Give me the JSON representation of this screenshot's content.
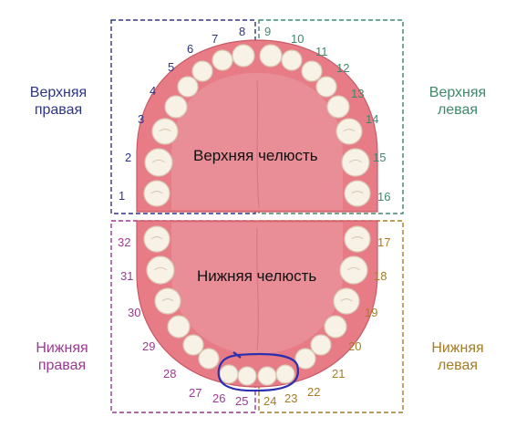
{
  "quadrants": {
    "upper_right": {
      "label_line1": "Верхняя",
      "label_line2": "правая",
      "color": "#2e3586"
    },
    "upper_left": {
      "label_line1": "Верхняя",
      "label_line2": "левая",
      "color": "#3d8a6a"
    },
    "lower_right": {
      "label_line1": "Нижняя",
      "label_line2": "правая",
      "color": "#9c3a92"
    },
    "lower_left": {
      "label_line1": "Нижняя",
      "label_line2": "левая",
      "color": "#a67c24"
    }
  },
  "jaws": {
    "upper": "Верхняя челюсть",
    "lower": "Нижняя челюсть"
  },
  "tooth_numbers": {
    "upper_right": [
      "1",
      "2",
      "3",
      "4",
      "5",
      "6",
      "7",
      "8"
    ],
    "upper_left": [
      "9",
      "10",
      "11",
      "12",
      "13",
      "14",
      "15",
      "16"
    ],
    "lower_left": [
      "17",
      "18",
      "19",
      "20",
      "21",
      "22",
      "23",
      "24"
    ],
    "lower_right": [
      "25",
      "26",
      "27",
      "28",
      "29",
      "30",
      "31",
      "32"
    ]
  },
  "colors": {
    "gum": "#e77c86",
    "gum_dark": "#c95a66",
    "palate": "#e98d96",
    "tooth": "#f7f1e6",
    "tooth_outline": "#d9c9b5",
    "annotation": "#2c2fae"
  }
}
